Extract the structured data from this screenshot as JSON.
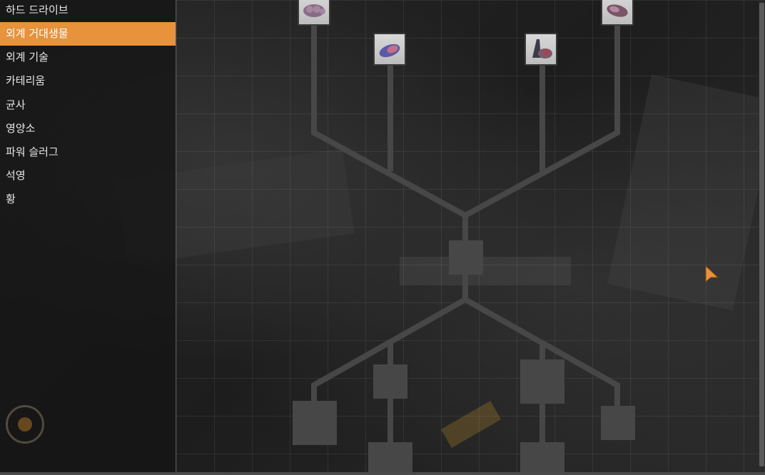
{
  "categories": [
    {
      "label": "하드 드라이브",
      "active": false
    },
    {
      "label": "외계 거대생물",
      "active": true
    },
    {
      "label": "외계 기술",
      "active": false
    },
    {
      "label": "카테리움",
      "active": false
    },
    {
      "label": "균사",
      "active": false
    },
    {
      "label": "영양소",
      "active": false
    },
    {
      "label": "파워 슬러그",
      "active": false
    },
    {
      "label": "석영",
      "active": false
    },
    {
      "label": "황",
      "active": false
    }
  ],
  "colors": {
    "accent": "#e8923c",
    "line": "#474747",
    "node_locked": "#474747"
  },
  "tree": {
    "unlocked_nodes": [
      {
        "name": "hog-remains",
        "icon": "hog-remains-icon"
      },
      {
        "name": "plasma-spitter-remains",
        "icon": "spitter-remains-icon"
      },
      {
        "name": "stinger-remains",
        "icon": "stinger-remains-icon"
      },
      {
        "name": "hatcher-remains",
        "icon": "hatcher-remains-icon"
      }
    ],
    "locked_node_count": 7
  }
}
